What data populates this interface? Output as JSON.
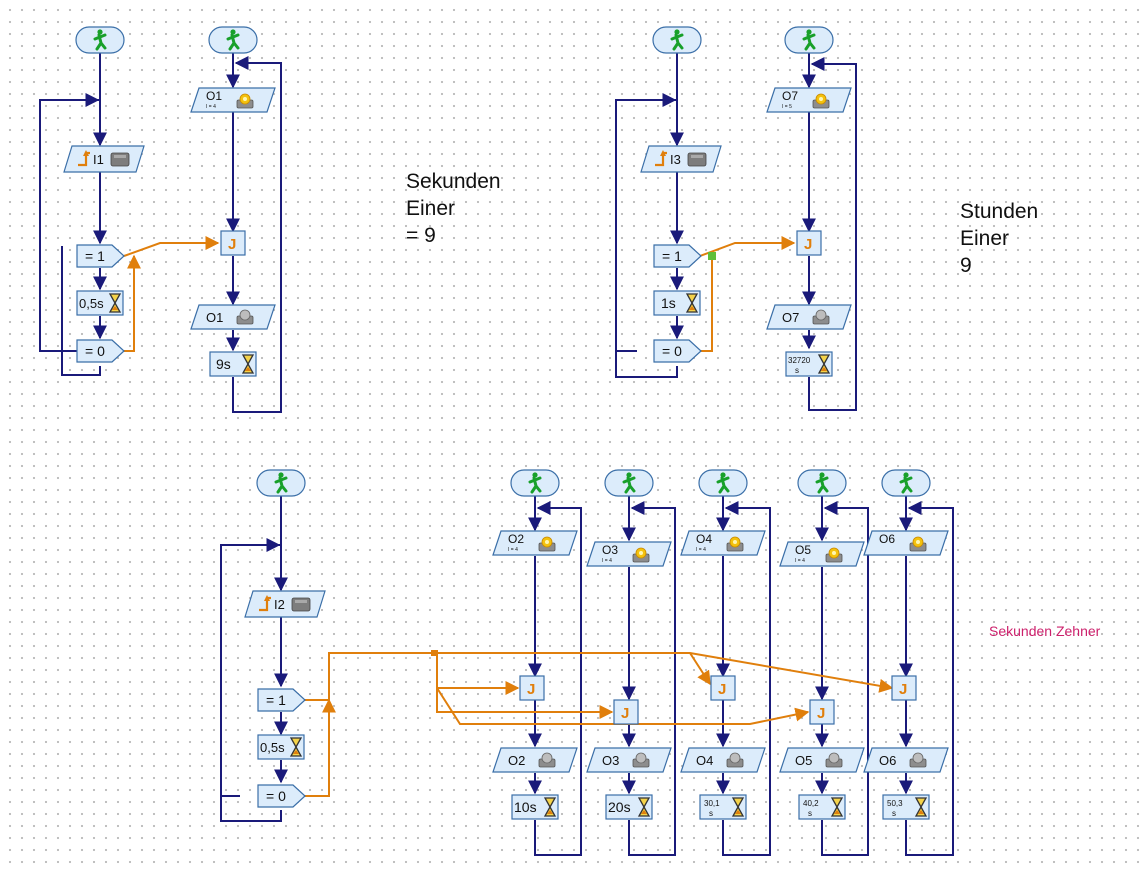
{
  "labels": {
    "sek_einer": [
      "Sekunden",
      "Einer",
      "= 9"
    ],
    "std_einer": [
      "Stunden",
      "Einer",
      "9"
    ],
    "sek_zehner": "Sekunden Zehner"
  },
  "nodes": {
    "i1": "I1",
    "i2": "I2",
    "i3": "I3",
    "eq1": "= 1",
    "eq0": "= 0",
    "o1": "O1",
    "o2": "O2",
    "o3": "O3",
    "o4": "O4",
    "o5": "O5",
    "o6": "O6",
    "o7": "O7",
    "i_sub_4": "I = 4",
    "i_sub_5": "I = 5",
    "t_half": "0,5s",
    "t_1": "1s",
    "t_9": "9s",
    "t_10": "10s",
    "t_20": "20s",
    "t_32720": "32720",
    "t_30_1": "30,1",
    "t_40_2": "40,2",
    "t_50_3": "50,3",
    "unit_s": "s",
    "join": "J"
  },
  "colors": {
    "flow": "#1a1a7a",
    "signal": "#e07f0c",
    "box_fill": "#dcecfb",
    "box_stroke": "#3b6fa8",
    "start_fill": "#dcecfb",
    "green": "#18a02a",
    "pink": "#cc1f6b"
  }
}
